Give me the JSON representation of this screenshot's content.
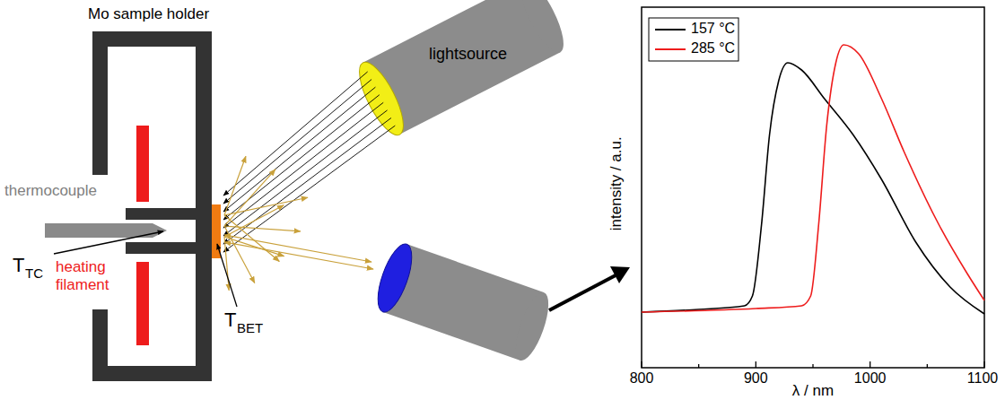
{
  "diagram": {
    "nodes": [
      {
        "text": [
          "lightsource"
        ]
      }
    ],
    "labels": [
      "Mo sample holder",
      "thermocouple",
      "heating filament",
      "T",
      "TC",
      "T",
      "BET",
      "intensity / a.u.",
      "800",
      "900",
      "1000",
      "1100",
      "λ / nm"
    ],
    "legend": [
      {
        "text": "157 °C"
      },
      {
        "text": "285 °C"
      }
    ]
  }
}
